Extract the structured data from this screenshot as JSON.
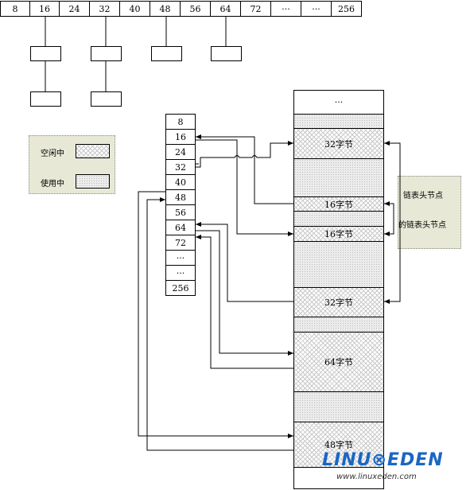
{
  "top_array": [
    "8",
    "16",
    "24",
    "32",
    "40",
    "48",
    "56",
    "64",
    "72",
    "···",
    "···",
    "256"
  ],
  "index_array": [
    "8",
    "16",
    "24",
    "32",
    "40",
    "48",
    "56",
    "64",
    "72",
    "···",
    "···",
    "256"
  ],
  "legend": {
    "free_label": "空闲中",
    "used_label": "使用中"
  },
  "memory": {
    "top_label": "···",
    "blocks": [
      {
        "label": "32字节",
        "state": "free"
      },
      {
        "label": "16字节",
        "state": "free"
      },
      {
        "label": "16字节",
        "state": "free"
      },
      {
        "label": "32字节",
        "state": "free"
      },
      {
        "label": "64字节",
        "state": "free"
      },
      {
        "label": "48字节",
        "state": "free"
      }
    ]
  },
  "note": {
    "line1": "链表头节点",
    "line2": "的链表头节点"
  },
  "watermark": {
    "logo": "LINU⊗EDEN",
    "url": "www.linuxeden.com"
  }
}
